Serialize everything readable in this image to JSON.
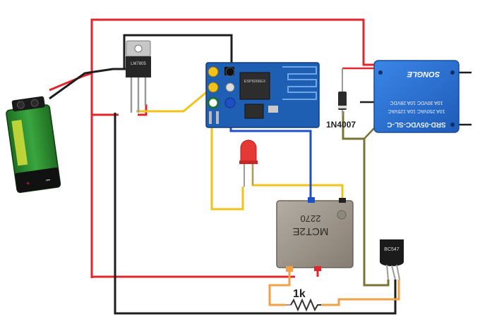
{
  "colors": {
    "wire_red": "#e0262b",
    "wire_black": "#1d1d1d",
    "wire_yellow": "#f2c21b",
    "wire_blue": "#1f4fc7",
    "wire_olive": "#7a7336",
    "wire_orange": "#f0a046",
    "relay_blue": "#2d6fd1",
    "esp_blue": "#1f5fb3",
    "battery_green": "#2c8a2f",
    "led_red": "#e53935"
  },
  "components": {
    "battery": {
      "icon": "battery-9v-icon"
    },
    "regulator": {
      "icon": "voltage-regulator-icon",
      "label": "LM7805"
    },
    "esp_module": {
      "icon": "esp8266-module-icon",
      "chip_label": "ESP8266EX"
    },
    "relay": {
      "icon": "relay-icon",
      "lines": [
        "SRD-05VDC-SL-C",
        "10A 250VAC  10A 125VAC",
        "10A 30VDC   10A 28VDC"
      ],
      "brand": "SONGLE"
    },
    "diode": {
      "icon": "diode-icon",
      "label": "1N4007"
    },
    "led": {
      "icon": "led-icon"
    },
    "optocoupler": {
      "icon": "optocoupler-icon",
      "line1": "MCT2E",
      "line2": "2270"
    },
    "transistor": {
      "icon": "transistor-icon",
      "label": "BC547"
    },
    "resistor": {
      "icon": "resistor-icon",
      "label": "1k"
    }
  }
}
